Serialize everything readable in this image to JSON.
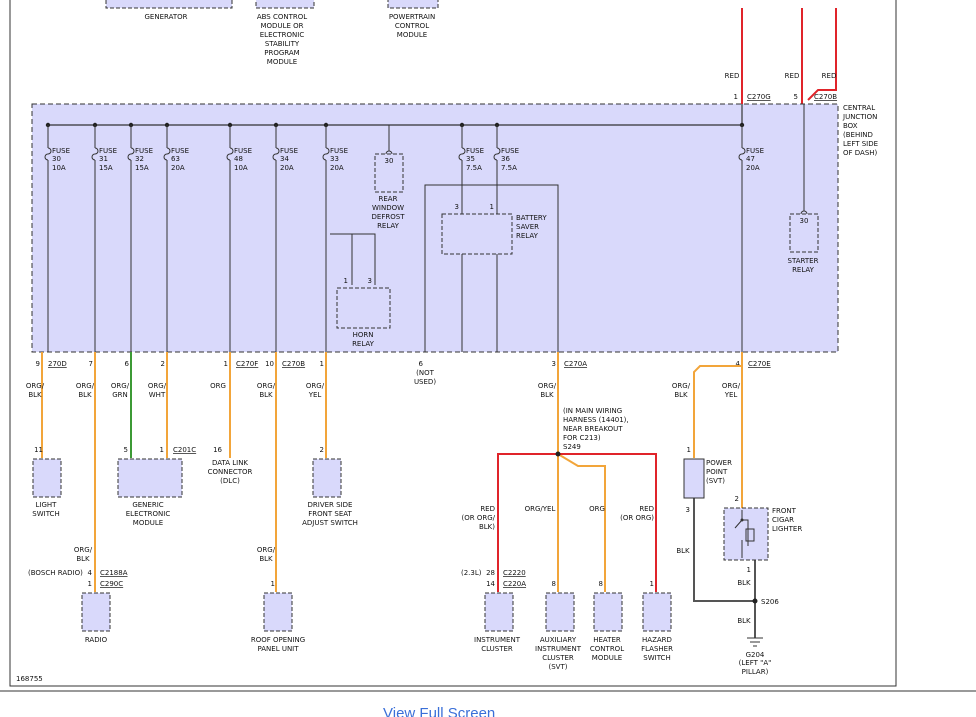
{
  "colors": {
    "bus": "#333333",
    "red": "#e0242a",
    "orange": "#f2a53a",
    "green": "#3c9a35",
    "gray": "#555555",
    "box_fill": "#d9d9fb"
  },
  "top_modules": {
    "generator": "GENERATOR",
    "abs": [
      "ABS CONTROL",
      "MODULE OR",
      "ELECTRONIC",
      "STABILITY",
      "PROGRAM",
      "MODULE"
    ],
    "pcm": [
      "POWERTRAIN",
      "CONTROL",
      "MODULE"
    ]
  },
  "junction_box": {
    "title": [
      "CENTRAL",
      "JUNCTION",
      "BOX",
      "(BEHIND",
      "LEFT SIDE",
      "OF DASH)"
    ],
    "input_connectors": [
      {
        "wire": "RED",
        "pin": "1",
        "connector": "C270G"
      },
      {
        "wire": "RED",
        "pin": "5",
        "connector": "C270B"
      }
    ],
    "right_wire": "RED",
    "fuses": [
      {
        "word": "FUSE",
        "num": "30",
        "amp": "10A"
      },
      {
        "word": "FUSE",
        "num": "31",
        "amp": "15A"
      },
      {
        "word": "FUSE",
        "num": "32",
        "amp": "15A"
      },
      {
        "word": "FUSE",
        "num": "63",
        "amp": "20A"
      },
      {
        "word": "FUSE",
        "num": "48",
        "amp": "10A"
      },
      {
        "word": "FUSE",
        "num": "34",
        "amp": "20A"
      },
      {
        "word": "FUSE",
        "num": "33",
        "amp": "20A"
      },
      {
        "word": "FUSE",
        "num": "35",
        "amp": "7.5A"
      },
      {
        "word": "FUSE",
        "num": "36",
        "amp": "7.5A"
      },
      {
        "word": "FUSE",
        "num": "47",
        "amp": "20A"
      }
    ],
    "rear_window_relay": {
      "pin": "30",
      "label": [
        "REAR",
        "WINDOW",
        "DEFROST",
        "RELAY"
      ]
    },
    "battery_saver_relay": {
      "pins": [
        "3",
        "1"
      ],
      "label": [
        "BATTERY",
        "SAVER",
        "RELAY"
      ]
    },
    "horn_relay": {
      "pins": [
        "1",
        "3"
      ],
      "label": [
        "HORN",
        "RELAY"
      ]
    },
    "starter_relay": {
      "pin": "30",
      "label": [
        "STARTER",
        "RELAY"
      ]
    },
    "outputs": [
      {
        "pin": "9",
        "connector": "270D"
      },
      {
        "pin": "7",
        "connector": ""
      },
      {
        "pin": "6",
        "connector": ""
      },
      {
        "pin": "2",
        "connector": ""
      },
      {
        "pin": "1",
        "connector": "C270F"
      },
      {
        "pin": "10",
        "connector": "C270B"
      },
      {
        "pin": "1",
        "connector": ""
      },
      {
        "pin": "6",
        "connector": "",
        "note": [
          "(NOT",
          "USED)"
        ]
      },
      {
        "pin": "3",
        "connector": "C270A"
      },
      {
        "pin": "4",
        "connector": "C270E"
      }
    ]
  },
  "circuits": {
    "light_switch": {
      "wire": [
        "ORG/",
        "BLK"
      ],
      "pin": "11",
      "label": [
        "LIGHT",
        "SWITCH"
      ]
    },
    "radio": {
      "wire_top": [
        "ORG/",
        "BLK"
      ],
      "wire_bottom": [
        "ORG/",
        "BLK"
      ],
      "note": "(BOSCH RADIO)",
      "pins": [
        "4",
        "1"
      ],
      "connectors": [
        "C2188A",
        "C290C"
      ],
      "label": "RADIO"
    },
    "gem": {
      "wires": [
        [
          "ORG/",
          "GRN"
        ],
        [
          "ORG/",
          "WHT"
        ]
      ],
      "pins": [
        "5",
        "1"
      ],
      "connector": "C201C",
      "label": [
        "GENERIC",
        "ELECTRONIC",
        "MODULE"
      ]
    },
    "dlc": {
      "wire": "ORG",
      "pin": "16",
      "label": [
        "DATA LINK",
        "CONNECTOR",
        "(DLC)"
      ]
    },
    "roof": {
      "wire_top": [
        "ORG/",
        "BLK"
      ],
      "wire_bottom": [
        "ORG/",
        "BLK"
      ],
      "pin": "1",
      "label": [
        "ROOF OPENING",
        "PANEL UNIT"
      ]
    },
    "seat": {
      "wire": [
        "ORG/",
        "YEL"
      ],
      "pin": "2",
      "label": [
        "DRIVER SIDE",
        "FRONT SEAT",
        "ADJUST SWITCH"
      ]
    },
    "splice": {
      "wire": [
        "ORG/",
        "BLK"
      ],
      "note": [
        "(IN MAIN WIRING",
        "HARNESS (14401),",
        "NEAR BREAKOUT",
        "FOR C213)"
      ],
      "name": "S249",
      "branches": {
        "cluster_wire": [
          "RED",
          "(OR ORG/",
          "BLK)"
        ],
        "aux_wire": "ORG/YEL",
        "heater_wire": "ORG",
        "hazard_wire": [
          "RED",
          "(OR ORG)"
        ]
      }
    },
    "instrument_cluster": {
      "note": "(2.3L)",
      "pins": [
        "28",
        "14"
      ],
      "connectors": [
        "C2220",
        "C220A"
      ],
      "label": [
        "INSTRUMENT",
        "CLUSTER"
      ]
    },
    "aux_cluster": {
      "pin": "8",
      "label": [
        "AUXILIARY",
        "INSTRUMENT",
        "CLUSTER",
        "(SVT)"
      ]
    },
    "heater": {
      "pin": "8",
      "label": [
        "HEATER",
        "CONTROL",
        "MODULE"
      ]
    },
    "hazard": {
      "pin": "1",
      "label": [
        "HAZARD",
        "FLASHER",
        "SWITCH"
      ]
    },
    "power_point": {
      "wire": [
        "ORG/",
        "BLK"
      ],
      "pins": [
        "1",
        "3"
      ],
      "label": [
        "POWER",
        "POINT",
        "(SVT)"
      ],
      "ground_wire": "BLK"
    },
    "cigar": {
      "wire": [
        "ORG/",
        "YEL"
      ],
      "pins": [
        "2",
        "1"
      ],
      "label": [
        "FRONT",
        "CIGAR",
        "LIGHTER"
      ],
      "ground_wire": "BLK"
    },
    "ground": {
      "splice": "S206",
      "wire": "BLK",
      "name": "G204",
      "location": [
        "(LEFT \"A\"",
        "PILLAR)"
      ]
    }
  },
  "figure_id": "168755",
  "footer_link": "View Full Screen"
}
